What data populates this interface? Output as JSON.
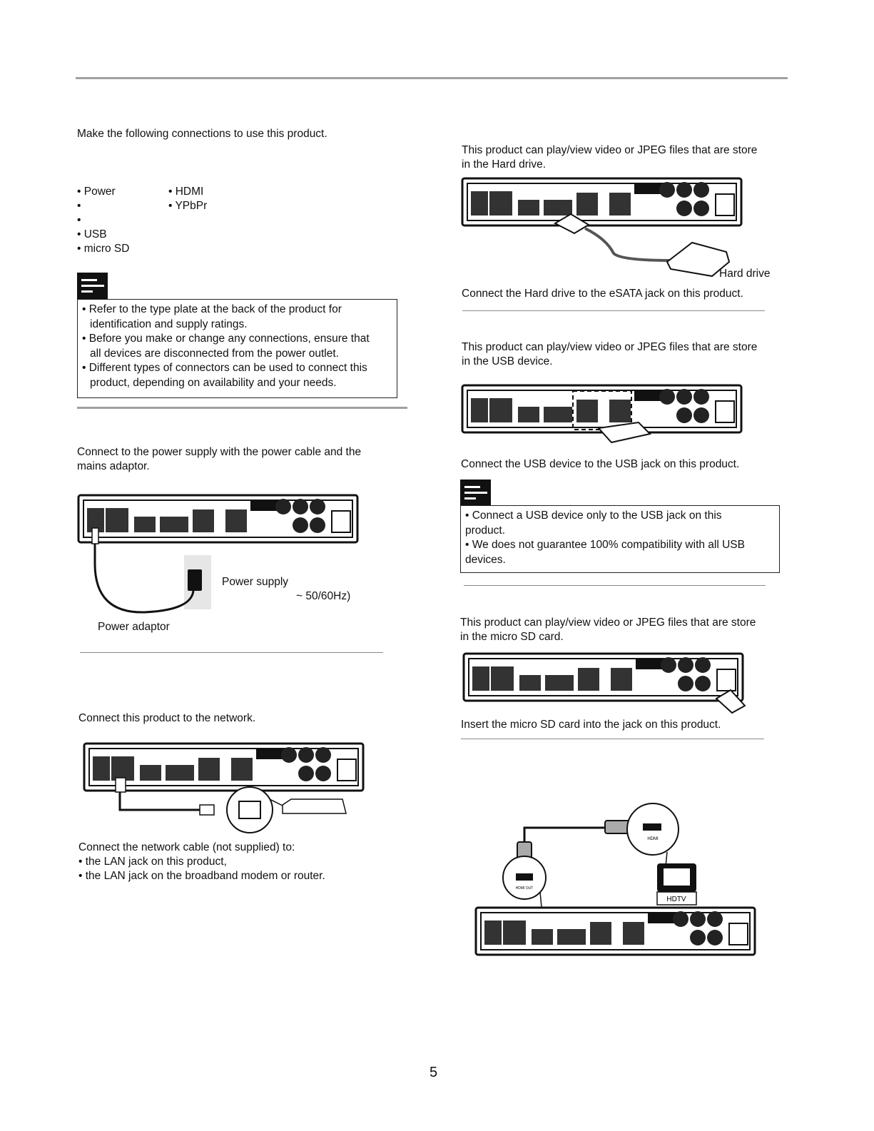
{
  "intro": "Make the following connections to use this product.",
  "connections": {
    "left": [
      "• Power",
      "•",
      "•",
      "• USB",
      "• micro SD"
    ],
    "right": [
      "• HDMI",
      "• YPbPr"
    ]
  },
  "note1": [
    "• Refer to the type plate at the back of the product for",
    "identification and supply ratings.",
    "• Before you make or change any connections, ensure that",
    "all devices are disconnected from the power outlet.",
    "• Different types of connectors can be used to connect this",
    "product, depending on availability and your needs."
  ],
  "power": {
    "desc": [
      "Connect to the power supply with the power cable and the",
      "mains adaptor."
    ],
    "supply_label": "Power supply",
    "freq_label": "~ 50/60Hz)",
    "adaptor_label": "Power adaptor"
  },
  "network": {
    "desc": "Connect this product to the network.",
    "steps": [
      "Connect the network cable (not supplied) to:",
      "• the LAN jack on this product,",
      "• the LAN jack on the broadband modem or router."
    ]
  },
  "harddrive": {
    "desc": [
      "This product can play/view video or JPEG files that are store",
      "in the Hard drive."
    ],
    "label": "Hard drive",
    "caption": "Connect the Hard drive to the eSATA jack on this product."
  },
  "usb": {
    "desc": [
      "This product can play/view video or JPEG files that are store",
      "in the USB device."
    ],
    "caption": "Connect the USB device to the USB jack on this product."
  },
  "note2": [
    "• Connect a USB device only to the USB jack on this",
    "product.",
    "• We does not guarantee 100% compatibility with all USB",
    "devices."
  ],
  "sd": {
    "desc": [
      "This product can play/view video or JPEG files that are store",
      "in the micro SD card."
    ],
    "caption": "Insert the micro SD card into the jack on this product."
  },
  "hdmi": {
    "tv_label": "HDTV",
    "tv_port_label": "HDMI",
    "out_label": "HDMI OUT"
  },
  "page_number": "5"
}
